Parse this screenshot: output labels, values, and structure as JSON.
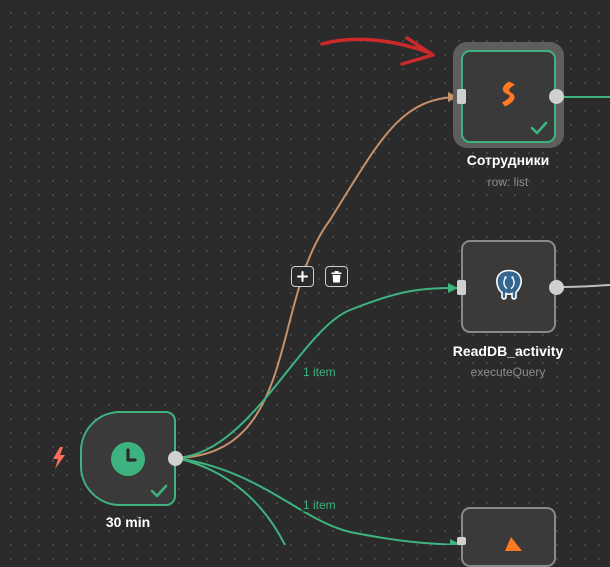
{
  "nodes": {
    "sotrudniki": {
      "title": "Сотрудники",
      "subtitle": "row: list"
    },
    "readdb": {
      "title": "ReadDB_activity",
      "subtitle": "executeQuery"
    },
    "trigger": {
      "title": "30 min"
    }
  },
  "edges": {
    "label_upper": "1 item",
    "label_lower": "1 item"
  },
  "colors": {
    "canvas_bg": "#2b2b2b",
    "success": "#3fb37f",
    "edge_selected": "#c4916a",
    "annotation_arrow": "#cc2a2a",
    "trigger_bolt": "#ff6d5a"
  },
  "icons": {
    "sotrudniki": "smartsheet-logo-icon",
    "readdb": "postgres-elephant-icon",
    "trigger": "clock-icon",
    "edge_actions": [
      "plus-icon",
      "trash-icon"
    ],
    "status": "checkmark-icon"
  }
}
